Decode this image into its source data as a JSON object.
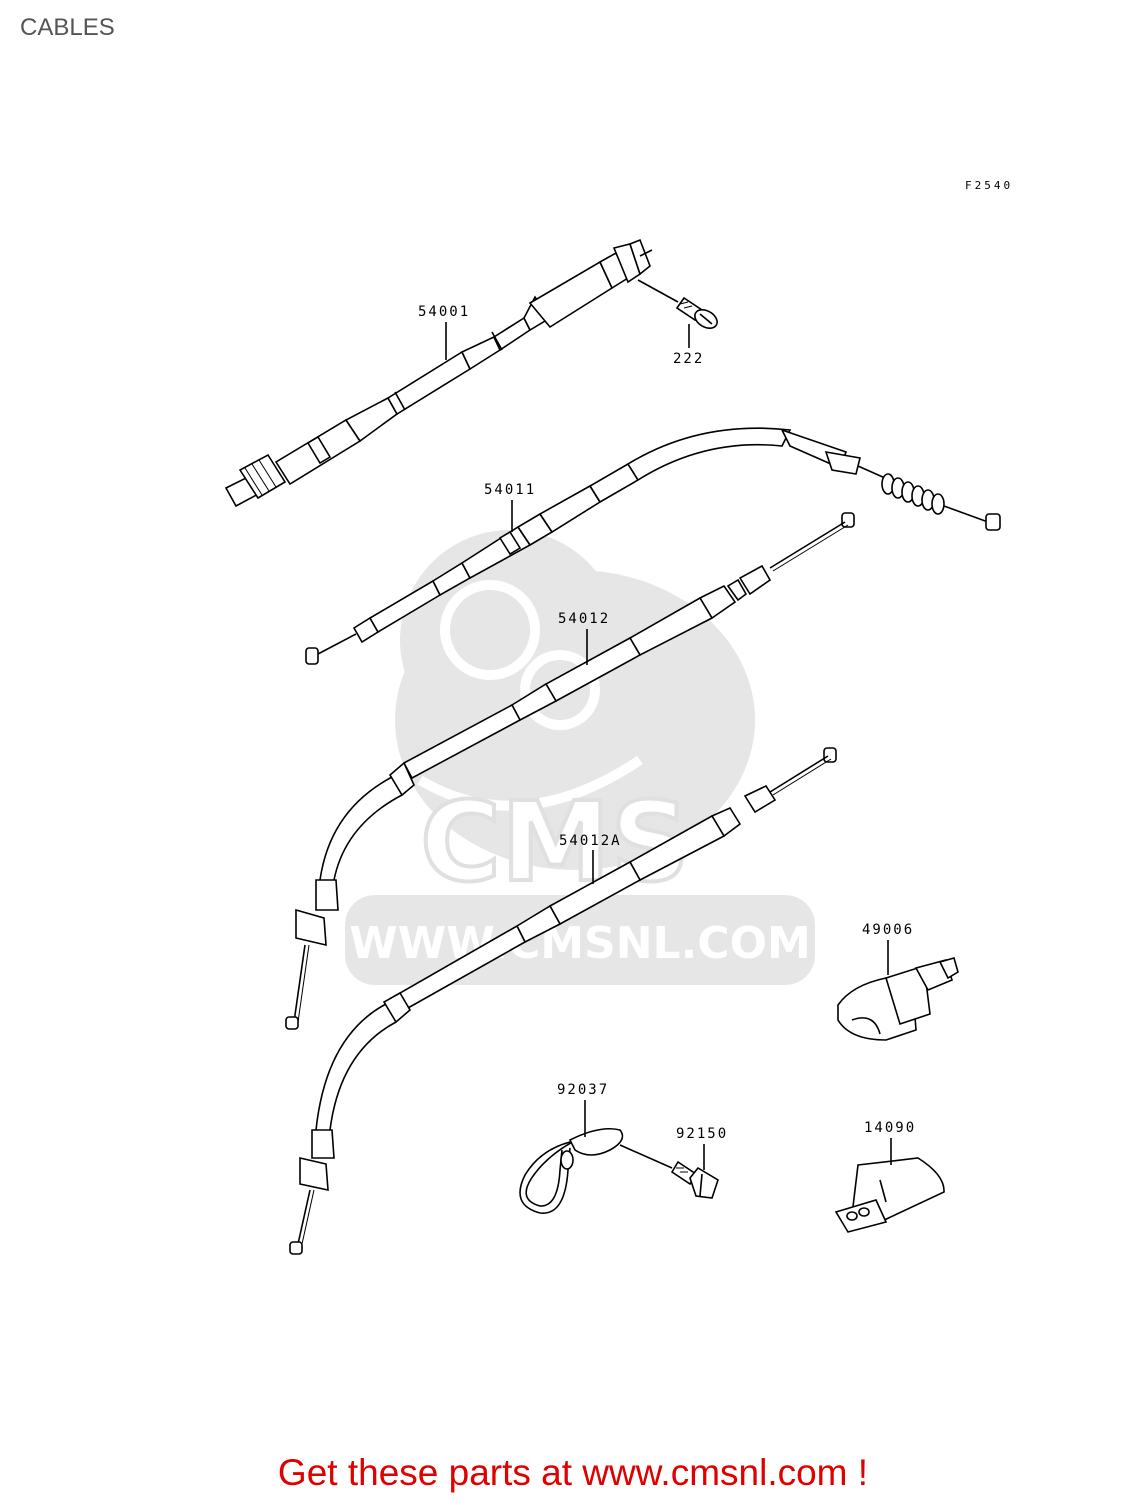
{
  "page": {
    "title": "CABLES"
  },
  "diagram": {
    "figure_code": "F2540"
  },
  "parts": [
    {
      "number": "54001"
    },
    {
      "number": "222"
    },
    {
      "number": "54011"
    },
    {
      "number": "54012"
    },
    {
      "number": "54012A"
    },
    {
      "number": "49006"
    },
    {
      "number": "92037"
    },
    {
      "number": "92150"
    },
    {
      "number": "14090"
    }
  ],
  "watermark": {
    "brand": "CMS",
    "url": "WWW.CMSNL.COM"
  },
  "footer": {
    "text": "Get these parts at www.cmsnl.com !"
  },
  "colors": {
    "footer_text": "#e00000",
    "watermark": "#e6e6e6",
    "line": "#000000"
  }
}
